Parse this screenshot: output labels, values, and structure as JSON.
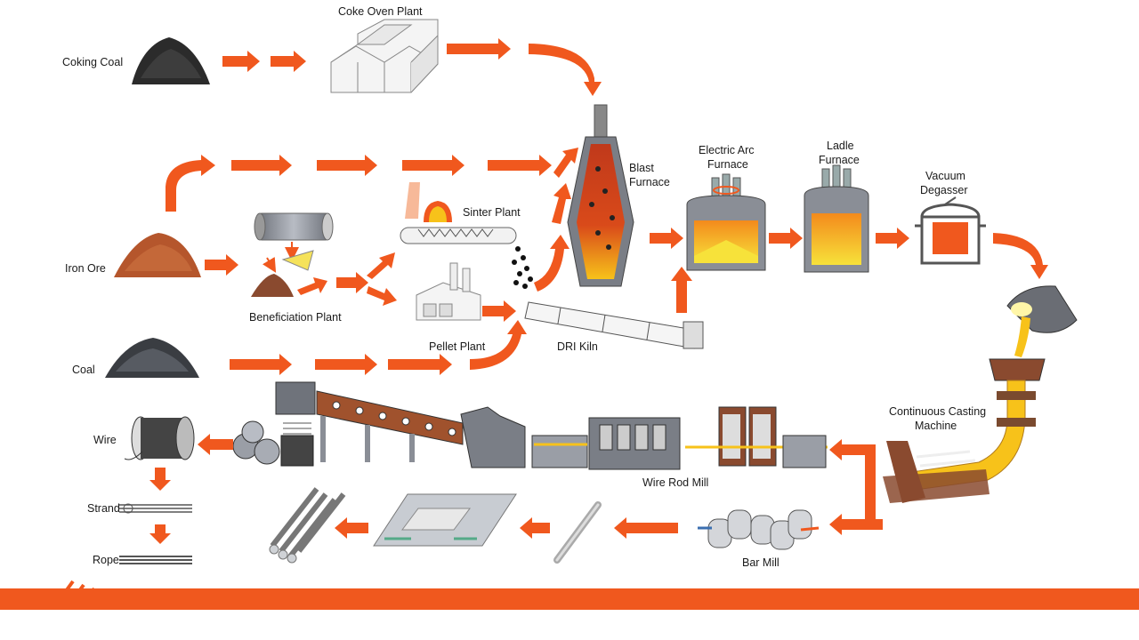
{
  "labels": {
    "coke_oven_plant": "Coke Oven Plant",
    "coking_coal": "Coking Coal",
    "iron_ore": "Iron Ore",
    "coal": "Coal",
    "beneficiation_plant": "Beneficiation Plant",
    "sinter_plant": "Sinter Plant",
    "pellet_plant": "Pellet  Plant",
    "dri_kiln": "DRI Kiln",
    "blast_furnace_1": "Blast",
    "blast_furnace_2": "Furnace",
    "electric_arc_furnace_1": "Electric Arc",
    "electric_arc_furnace_2": "Furnace",
    "ladle_furnace_1": "Ladle",
    "ladle_furnace_2": "Furnace",
    "vacuum_degasser_1": "Vacuum",
    "vacuum_degasser_2": "Degasser",
    "continuous_casting_1": "Continuous Casting",
    "continuous_casting_2": "Machine",
    "wire_rod_mill": "Wire Rod Mill",
    "bar_mill": "Bar Mill",
    "wire": "Wire",
    "strand": "Strand",
    "rope": "Rope"
  },
  "colors": {
    "accent": "#f0581e",
    "molten": "#f7c21a",
    "hot": "#d94a1a",
    "steel_grey": "#8a8e96"
  }
}
